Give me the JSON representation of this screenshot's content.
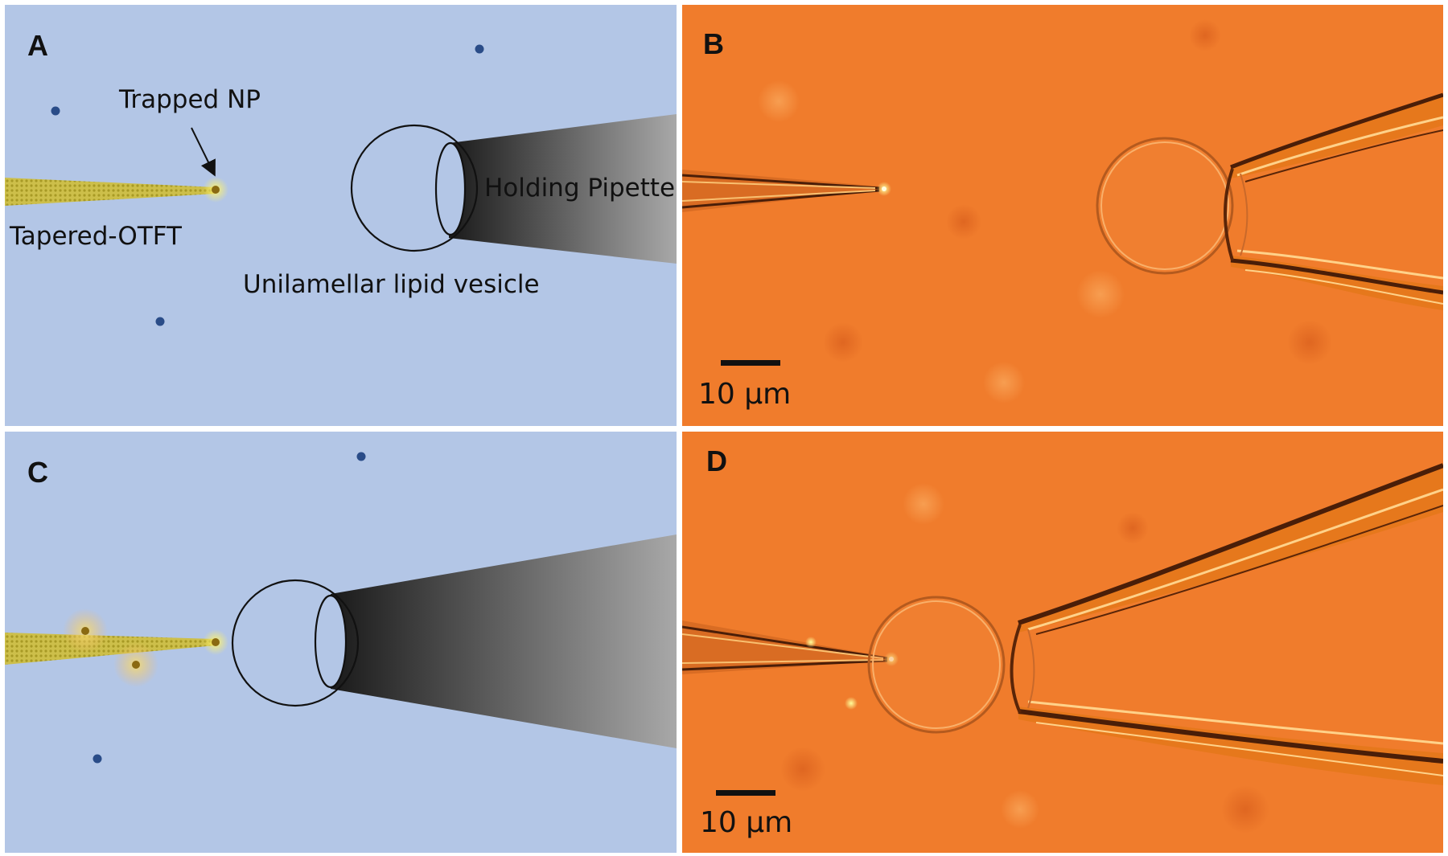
{
  "panels": {
    "a": {
      "letter": "A",
      "trapped_np": "Trapped NP",
      "tapered_otft": "Tapered-OTFT",
      "holding_pipette": "Holding Pipette",
      "vesicle": "Unilamellar lipid vesicle"
    },
    "b": {
      "letter": "B",
      "scale_bar": "10 µm"
    },
    "c": {
      "letter": "C"
    },
    "d": {
      "letter": "D",
      "scale_bar": "10 µm"
    }
  },
  "colors": {
    "schematic_bg": "#b3c6e6",
    "micrograph_bg": "#f07c2c",
    "np_blue": "#2a4c88",
    "np_gold": "#e8c830"
  }
}
